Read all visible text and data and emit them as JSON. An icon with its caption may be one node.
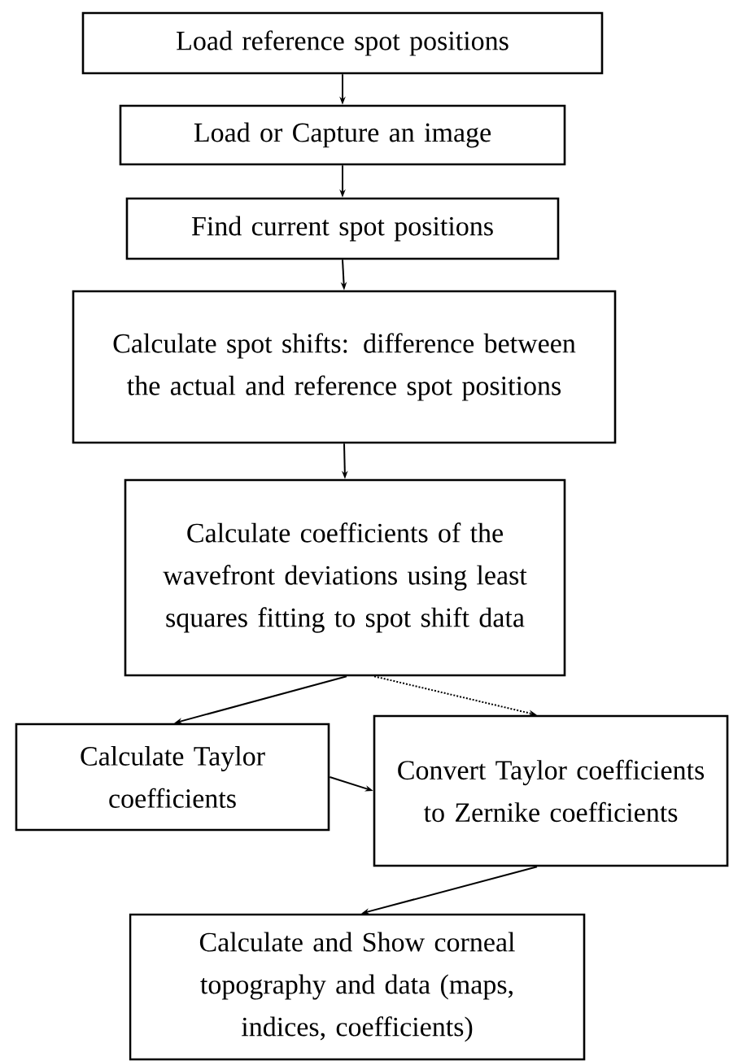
{
  "diagram": {
    "nodes": [
      {
        "text": [
          "Load reference spot positions"
        ]
      },
      {
        "text": [
          "Load or Capture an image"
        ]
      },
      {
        "text": [
          "Find current spot positions"
        ]
      },
      {
        "text": [
          "Calculate spot shifts: difference between the actual and reference spot positions"
        ]
      },
      {
        "text": [
          "Calculate coefficients of the wavefront deviations using least squares fitting to spot shift data"
        ]
      },
      {
        "text": [
          "Calculate Taylor coefficients"
        ]
      },
      {
        "text": [
          "Convert Taylor coefficients to Zernike coefficients"
        ]
      },
      {
        "text": [
          "Calculate and Show corneal topography and data (maps, indices, coefficients)"
        ]
      }
    ],
    "edges": [
      {
        "from": 0,
        "to": 1,
        "arrow": "to"
      },
      {
        "from": 1,
        "to": 2,
        "arrow": "to"
      },
      {
        "from": 2,
        "to": 3,
        "arrow": "to"
      },
      {
        "from": 3,
        "to": 4,
        "arrow": "to"
      },
      {
        "from": 4,
        "to": 5,
        "arrow": "to"
      },
      {
        "from": 4,
        "to": 6,
        "arrow": "to",
        "style": "dashed"
      },
      {
        "from": 5,
        "to": 6,
        "arrow": "to"
      },
      {
        "from": 6,
        "to": 7,
        "arrow": "to"
      }
    ]
  }
}
